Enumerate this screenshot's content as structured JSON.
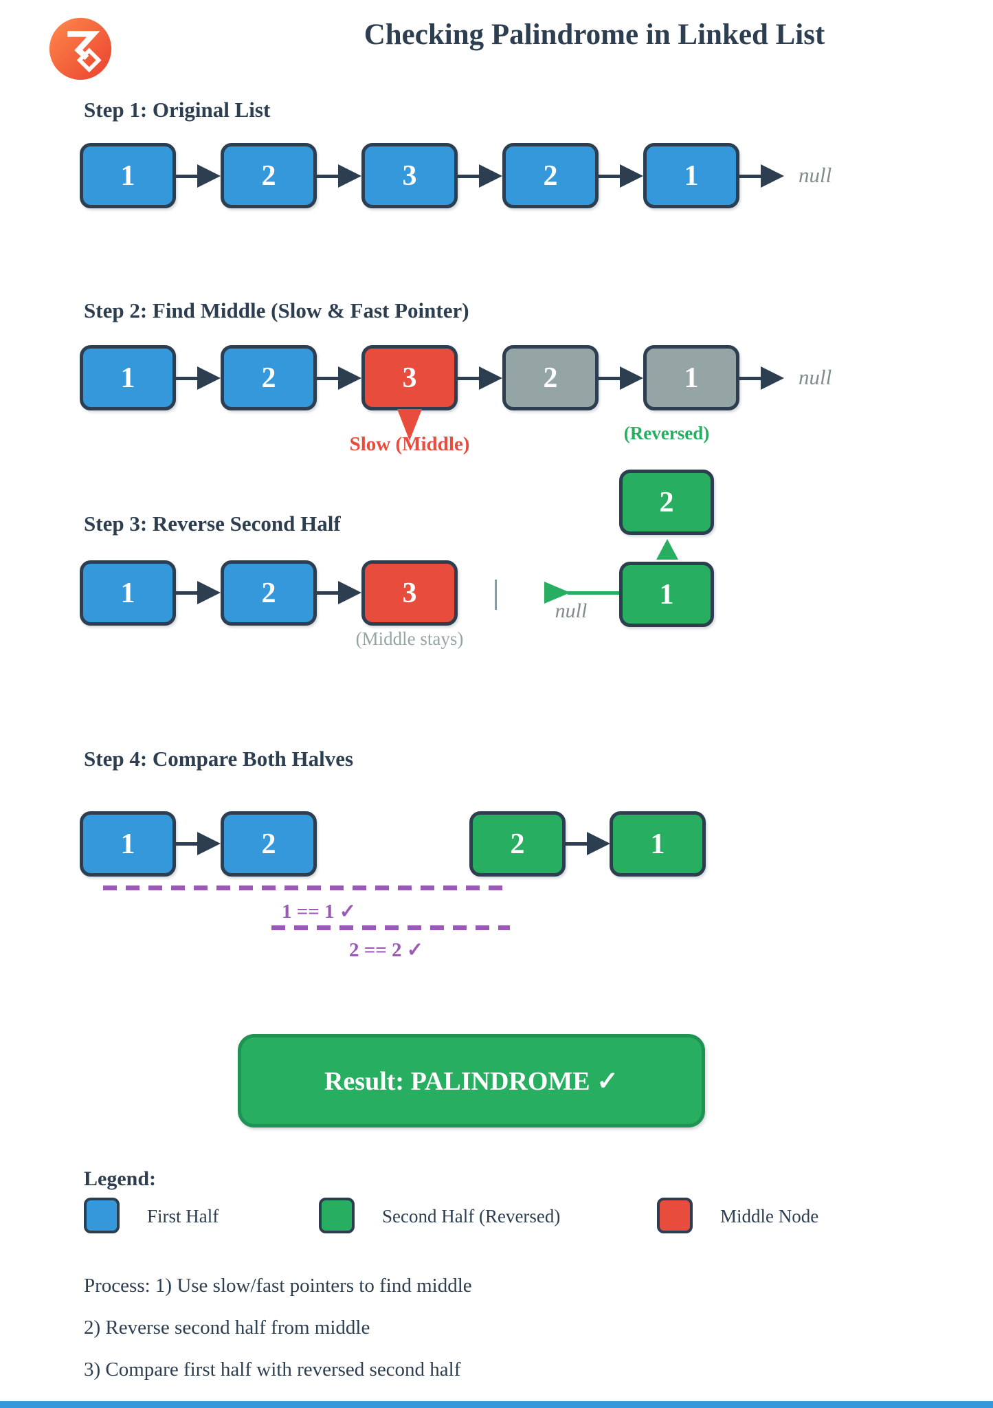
{
  "header": {
    "title": "Checking Palindrome in Linked List",
    "logo_icon": "sigma-diamond-icon"
  },
  "palette": {
    "first_half_blue": "#3498db",
    "second_half_green": "#27ae60",
    "middle_node_red": "#e74c3c",
    "inactive_gray": "#95a5a6",
    "outline_navy": "#2c3e50",
    "compare_purple": "#9b59b6",
    "null_text_gray": "#7f8c8d",
    "logo_orange": "#f0552e",
    "footer_blue": "#3498db"
  },
  "step1": {
    "heading": "Step 1: Original List",
    "nodes": [
      "1",
      "2",
      "3",
      "2",
      "1"
    ],
    "null_label": "null"
  },
  "step2": {
    "heading": "Step 2: Find Middle (Slow & Fast Pointer)",
    "nodes": [
      "1",
      "2",
      "3",
      "2",
      "1"
    ],
    "slow_label": "Slow (Middle)",
    "reversed_label": "(Reversed)",
    "null_label": "null"
  },
  "step3": {
    "heading": "Step 3: Reverse Second Half",
    "first_half_nodes": [
      "1",
      "2",
      "3"
    ],
    "middle_stays_label": "(Middle stays)",
    "null_label": "null",
    "reversed_top_node": "2",
    "reversed_bottom_node": "1"
  },
  "step4": {
    "heading": "Step 4: Compare Both Halves",
    "first_half_nodes": [
      "1",
      "2"
    ],
    "second_half_nodes": [
      "2",
      "1"
    ],
    "comparison1": "1 == 1 ✓",
    "comparison2": "2 == 2 ✓"
  },
  "result": {
    "label": "Result: PALINDROME ✓"
  },
  "legend": {
    "heading": "Legend:",
    "items": [
      {
        "label": "First Half",
        "color": "#3498db"
      },
      {
        "label": "Second Half (Reversed)",
        "color": "#27ae60"
      },
      {
        "label": "Middle Node",
        "color": "#e74c3c"
      }
    ]
  },
  "process": {
    "line1": "Process: 1) Use slow/fast pointers to find middle",
    "line2": "2) Reverse second half from middle",
    "line3": "3) Compare first half with reversed second half"
  }
}
